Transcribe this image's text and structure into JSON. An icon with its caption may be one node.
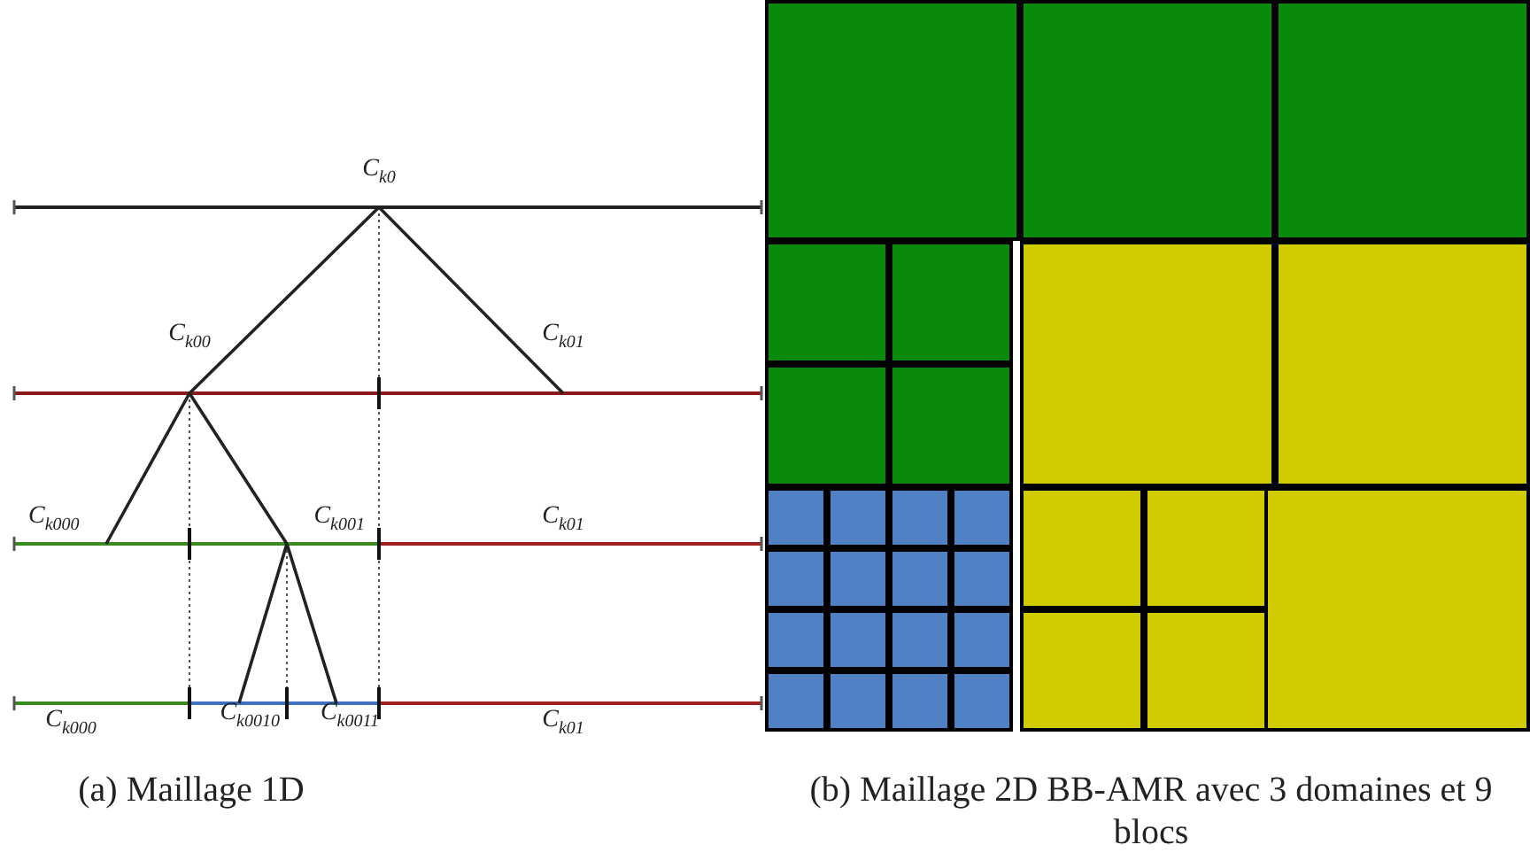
{
  "diagram": {
    "nodes": [
      {
        "text": [
          "C$_{k0}$"
        ]
      },
      {
        "text": [
          "C$_{k00}$"
        ]
      },
      {
        "text": [
          "C$_{k01}$"
        ]
      },
      {
        "text": [
          "C$_{k000}$"
        ]
      },
      {
        "text": [
          "C$_{k001}$"
        ]
      },
      {
        "text": [
          "C$_{k0010}$"
        ]
      },
      {
        "text": [
          "C$_{k0011}$"
        ]
      }
    ],
    "edges": [
      {
        "from": 0,
        "to": 1,
        "arrow": "none"
      },
      {
        "from": 0,
        "to": 2,
        "arrow": "none"
      },
      {
        "from": 1,
        "to": 3,
        "arrow": "none"
      },
      {
        "from": 1,
        "to": 4,
        "arrow": "none"
      },
      {
        "from": 4,
        "to": 5,
        "arrow": "none"
      },
      {
        "from": 4,
        "to": 6,
        "arrow": "none"
      }
    ],
    "labels": [
      "C$_{k01}$",
      "C$_{k000}$",
      "C$_{k01}$",
      "(a) Maillage 1D",
      "(b) Maillage 2D BB-AMR avec 3 domaines et 9 blocs"
    ]
  }
}
